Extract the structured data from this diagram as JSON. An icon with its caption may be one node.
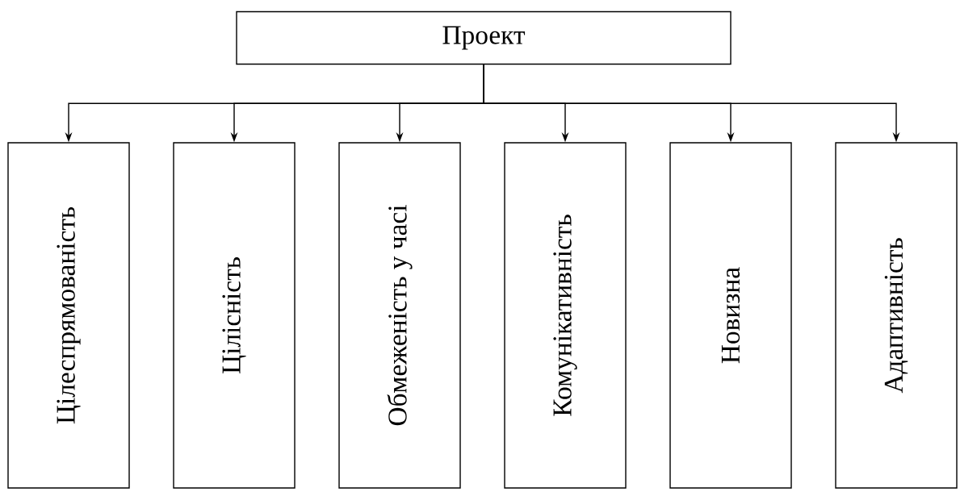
{
  "diagram": {
    "nodes": [
      {
        "text": [
          "Проект"
        ]
      },
      {
        "text": [
          "Цілеспрямованість"
        ]
      },
      {
        "text": [
          "Цілісність"
        ]
      },
      {
        "text": [
          "Обмеженість у часі"
        ]
      },
      {
        "text": [
          "Комунікативність"
        ]
      },
      {
        "text": [
          "Новизна"
        ]
      },
      {
        "text": [
          "Адаптивність"
        ]
      }
    ],
    "edges": [
      {
        "from": 0,
        "to": 1,
        "arrow": "to"
      },
      {
        "from": 0,
        "to": 2,
        "arrow": "to"
      },
      {
        "from": 0,
        "to": 3,
        "arrow": "to"
      },
      {
        "from": 0,
        "to": 4,
        "arrow": "to"
      },
      {
        "from": 0,
        "to": 5,
        "arrow": "to"
      },
      {
        "from": 0,
        "to": 6,
        "arrow": "to"
      }
    ]
  }
}
